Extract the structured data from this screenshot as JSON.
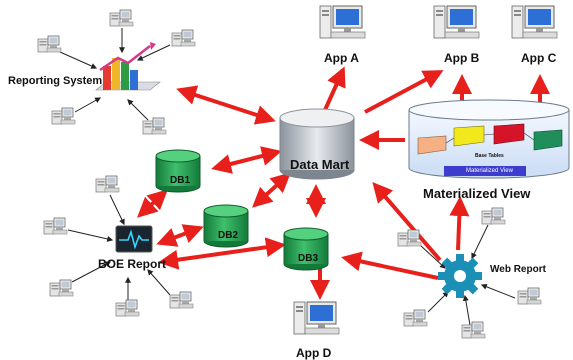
{
  "labels": {
    "reporting_system": "Reporting System",
    "data_mart": "Data Mart",
    "db1": "DB1",
    "db2": "DB2",
    "db3": "DB3",
    "boe_report": "BOE Report",
    "web_report": "Web Report",
    "materialized_view": "Materialized View",
    "base_tables": "Base Tables",
    "materialized_view_bar": "Materialized View",
    "app_a": "App A",
    "app_b": "App B",
    "app_c": "App C",
    "app_d": "App D"
  },
  "colors": {
    "arrow": "#e8201c",
    "db_cylinder": "#1e9a4c",
    "gear": "#1c8fb6",
    "monitor_screen": "#2e6fd6",
    "data_mart": "#9aa3ad",
    "mv_bar": "#3c3ccf"
  },
  "icons": {
    "client": "workstation-icon",
    "app": "desktop-computer-icon",
    "report_chart": "bar-chart-icon",
    "boe": "heartbeat-monitor-icon",
    "web": "gear-icon"
  }
}
